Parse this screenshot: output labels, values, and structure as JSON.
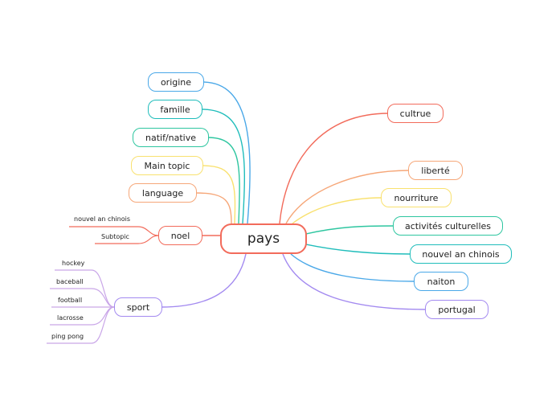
{
  "colors": {
    "red": "#f26b5b",
    "orange": "#f6a779",
    "yellow": "#f9e16f",
    "green": "#2ec6a0",
    "teal": "#20bdbb",
    "blue": "#4aa8e8",
    "purple": "#a38af0",
    "purple_light": "#c9a6e8",
    "central_border": "#f26b5b"
  },
  "central": {
    "label": "pays"
  },
  "left_topics": {
    "origine": "origine",
    "famille": "famille",
    "natif": "natif/native",
    "main_topic": "Main topic",
    "language": "language",
    "noel": "noel",
    "sport": "sport"
  },
  "noel_subtopics": {
    "nouvel_an": "nouvel an chinois",
    "subtopic": "Subtopic"
  },
  "sport_subtopics": {
    "hockey": "hockey",
    "baceball": "baceball",
    "football": "football",
    "lacrosse": "lacrosse",
    "ping_pong": "ping pong"
  },
  "right_topics": {
    "cultrue": "cultrue",
    "liberte": "liberté",
    "nourriture": "nourriture",
    "activites": "activités culturelles",
    "nouvel_an_chinois": "nouvel an chinois",
    "naiton": "naiton",
    "portugal": "portugal"
  }
}
